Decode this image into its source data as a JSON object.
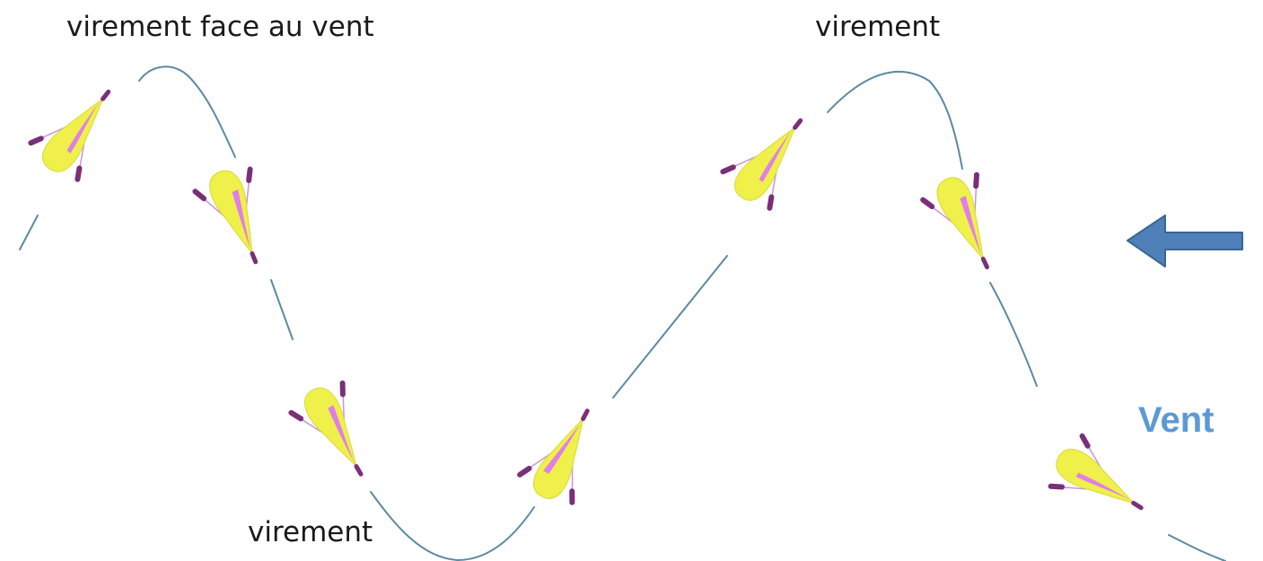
{
  "labels": {
    "tack_head_to_wind": "virement face au vent",
    "tack_top": "virement",
    "tack_bottom": "virement"
  },
  "wind": {
    "label": "Vent",
    "direction": "right-to-left",
    "arrow_color": "#4f80b8",
    "label_color": "#5c9ad6"
  },
  "colors": {
    "path": "#5b8aa3",
    "hull": "#eff04a",
    "sail": "#e07fe8",
    "paddle": "#7a2f78",
    "shaft": "#c995d8"
  },
  "boats": [
    {
      "name": "boat-1",
      "sail_side": "right"
    },
    {
      "name": "boat-2",
      "sail_side": "left"
    },
    {
      "name": "boat-3",
      "sail_side": "left"
    },
    {
      "name": "boat-4",
      "sail_side": "left"
    },
    {
      "name": "boat-5",
      "sail_side": "right"
    },
    {
      "name": "boat-6",
      "sail_side": "left"
    },
    {
      "name": "boat-7",
      "sail_side": "right"
    }
  ]
}
